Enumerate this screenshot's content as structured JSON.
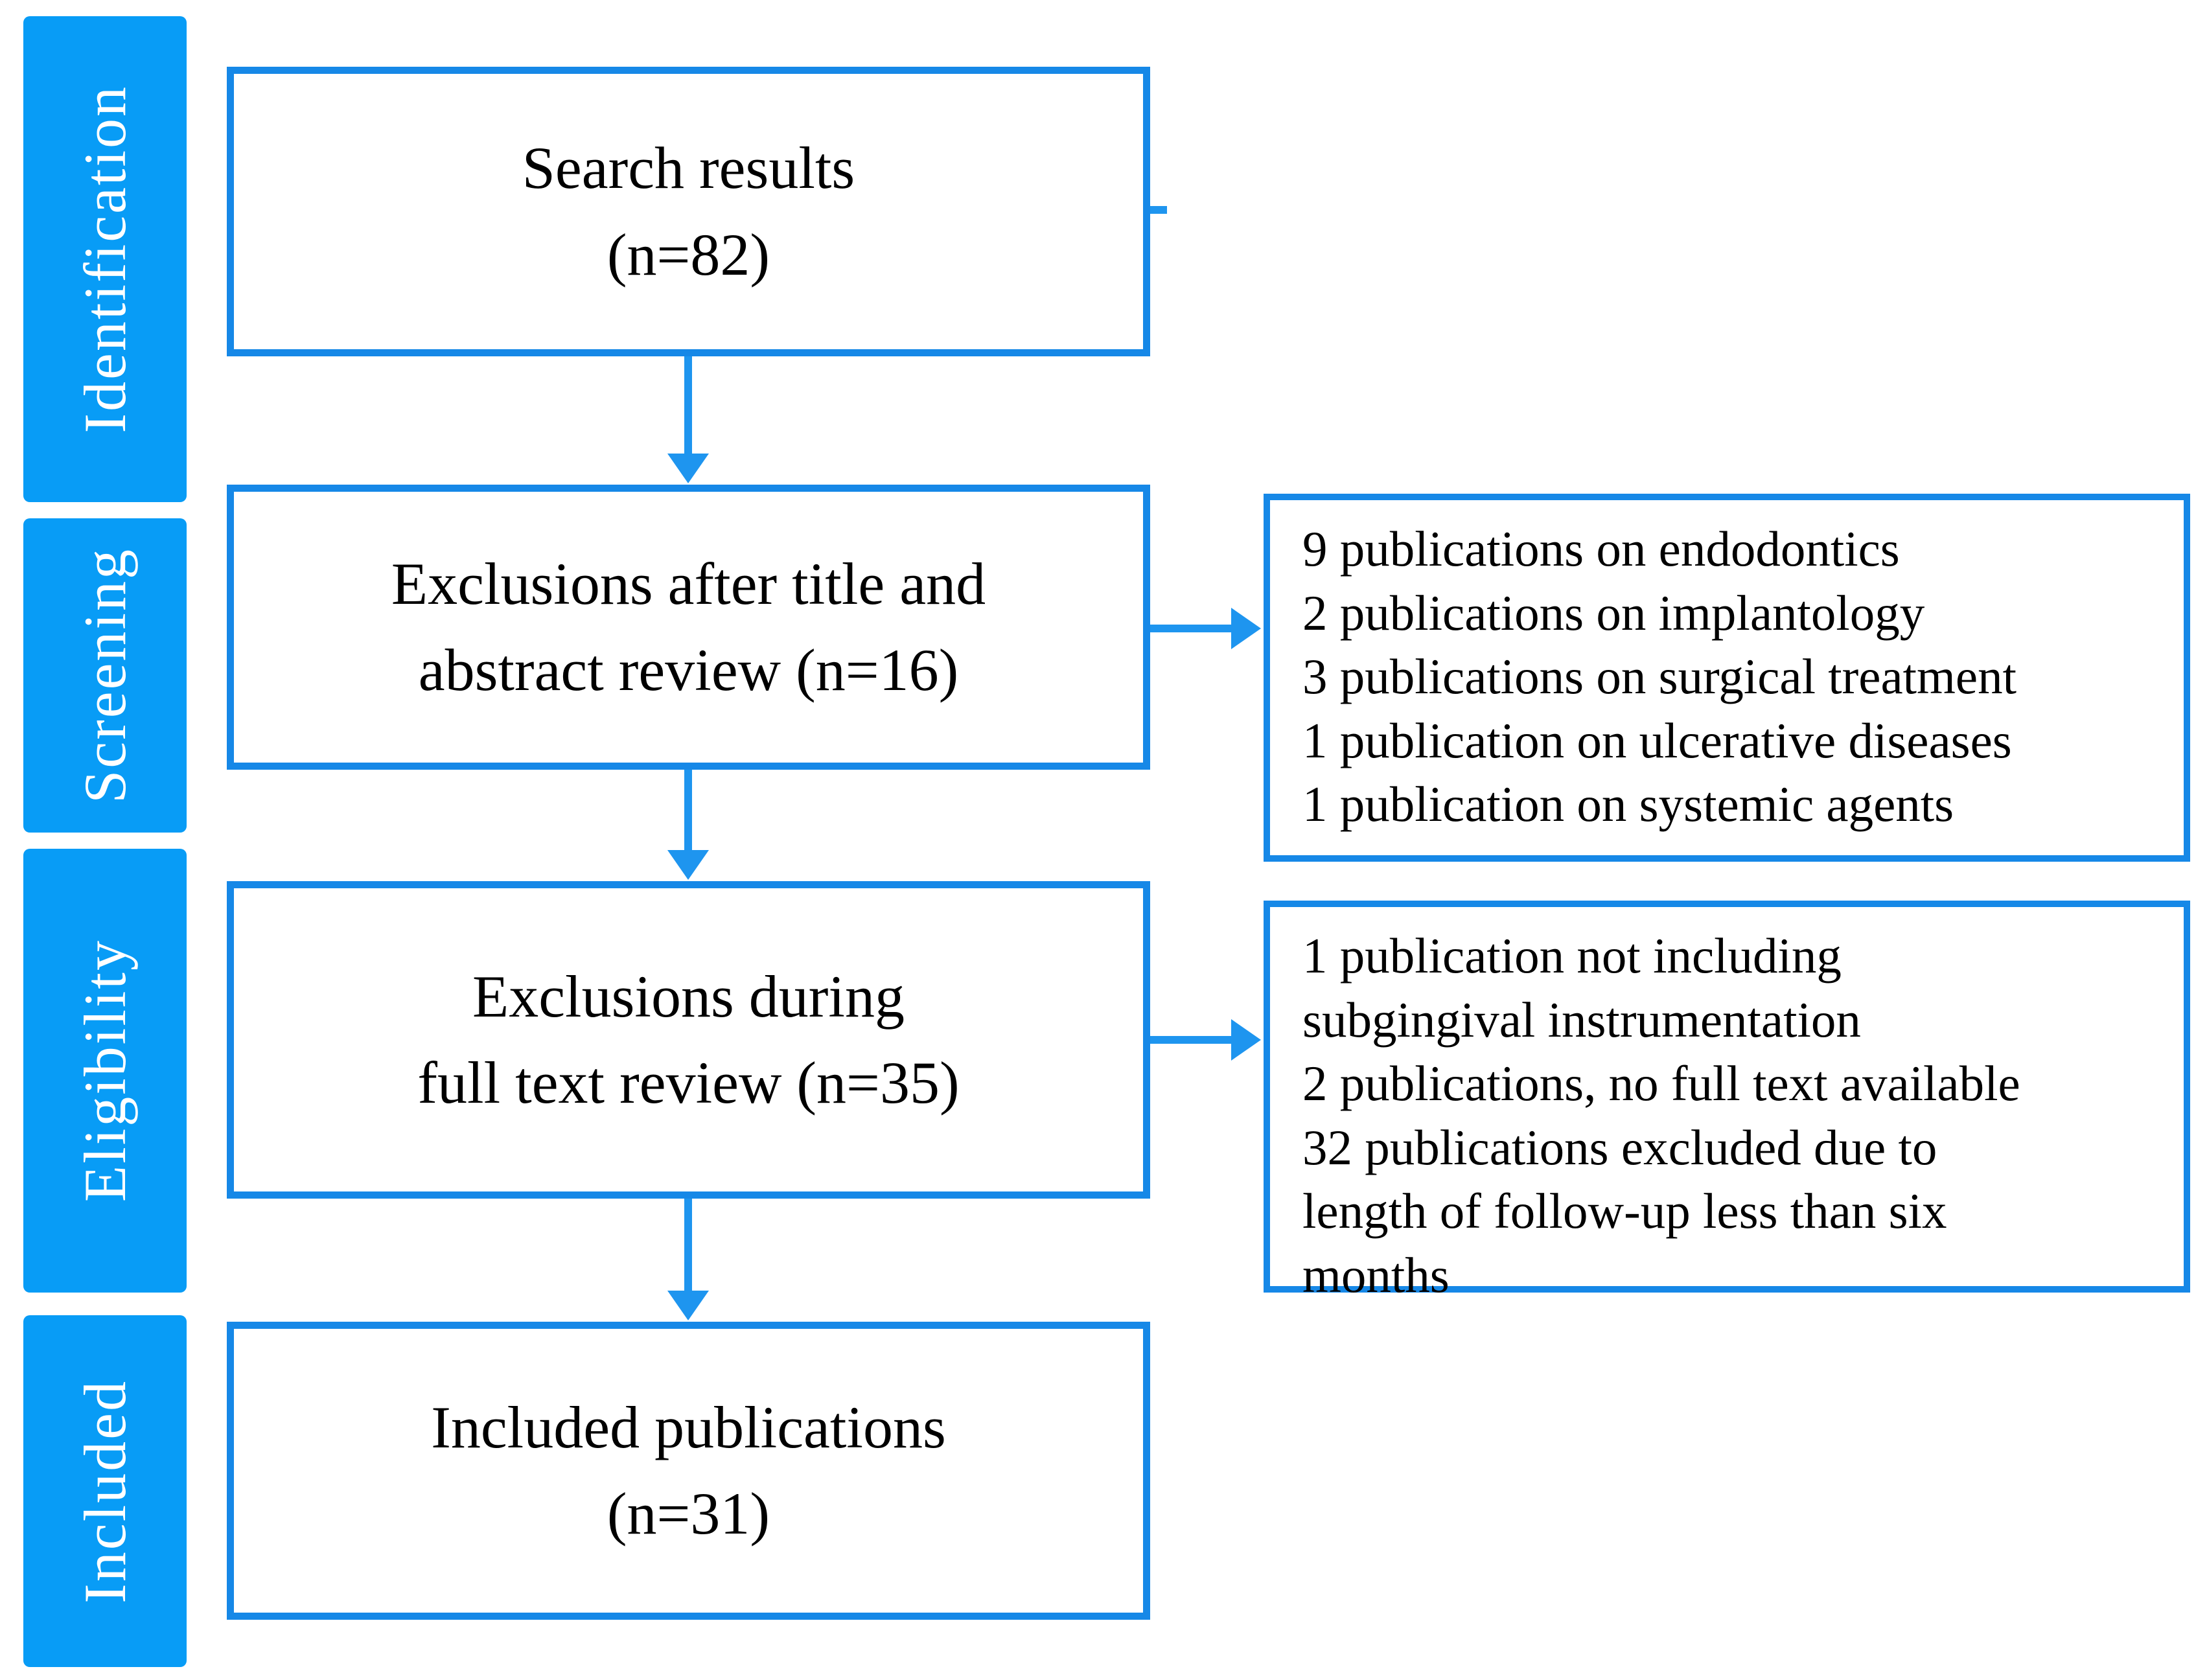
{
  "figure": {
    "type": "prisma-flow-diagram",
    "stages": [
      {
        "label": "Identification"
      },
      {
        "label": "Screening"
      },
      {
        "label": "Eligibility"
      },
      {
        "label": "Included"
      }
    ],
    "boxes": [
      {
        "line1": "Search results",
        "line2": "(n=82)"
      },
      {
        "line1": "Exclusions after title and",
        "line2": "abstract review (n=16)"
      },
      {
        "line1": "Exclusions during",
        "line2": "full text review (n=35)"
      },
      {
        "line1": "Included publications",
        "line2": "(n=31)"
      }
    ],
    "side_boxes": [
      {
        "items": [
          "9 publications on endodontics",
          "2 publications on implantology",
          "3 publications on surgical treatment",
          "1 publication on ulcerative diseases",
          "1 publication on systemic agents"
        ]
      },
      {
        "items": [
          "1 publication not including\nsubgingival instrumentation",
          "2 publications, no full text available",
          "32 publications excluded due to\nlength of follow-up less than six\nmonths"
        ]
      }
    ],
    "colors": {
      "sidebar_blue": "#089cf6",
      "border_blue": "#1688e7",
      "arrow_blue": "#1e95ef",
      "text_black": "#000000",
      "stage_text_white": "#ffffff"
    }
  }
}
